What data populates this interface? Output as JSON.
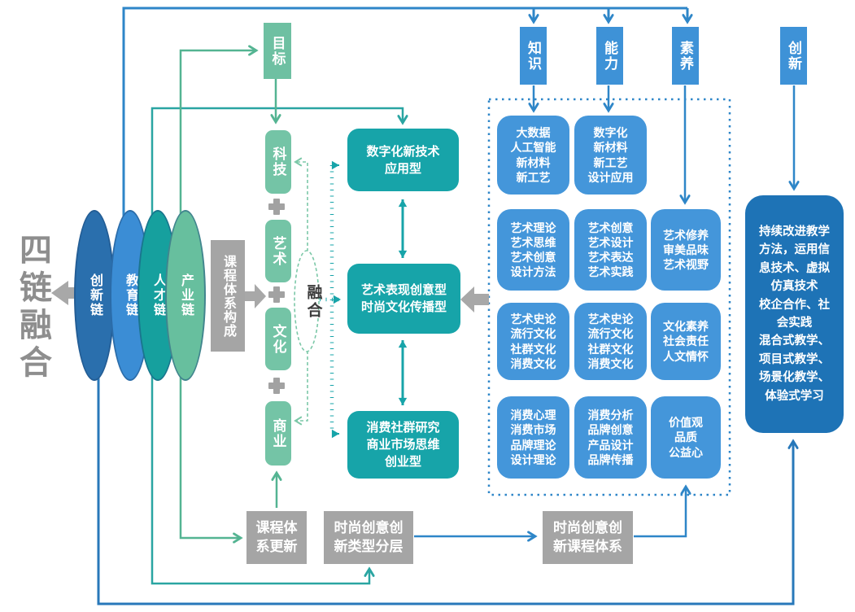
{
  "title": {
    "label": "四链融合"
  },
  "chains": [
    {
      "label": "创新链",
      "color": "#2a6fad"
    },
    {
      "label": "教育链",
      "color": "#3b8dd5"
    },
    {
      "label": "人才链",
      "color": "#16a09e"
    },
    {
      "label": "产业链",
      "color": "#67bf9e"
    }
  ],
  "goal": {
    "label": "目标"
  },
  "curriculum_construct": {
    "label": "课程体系构成"
  },
  "pillars": [
    {
      "label": "科技"
    },
    {
      "label": "艺术"
    },
    {
      "label": "文化"
    },
    {
      "label": "商业"
    }
  ],
  "fusion": {
    "label": "融合"
  },
  "program_types": [
    {
      "label": "数字化新技术\n应用型"
    },
    {
      "label": "艺术表现创意型\n时尚文化传播型"
    },
    {
      "label": "消费社群研究\n商业市场思维\n创业型"
    }
  ],
  "competency_headers": [
    {
      "label": "知识"
    },
    {
      "label": "能力"
    },
    {
      "label": "素养"
    }
  ],
  "innovation_header": {
    "label": "创新"
  },
  "matrix": {
    "columns": [
      {
        "cells": [
          "大数据\n人工智能\n新材料\n新工艺",
          "艺术理论\n艺术思维\n艺术创意\n设计方法",
          "艺术史论\n流行文化\n社群文化\n消费文化",
          "消费心理\n消费市场\n品牌理论\n设计理论"
        ]
      },
      {
        "cells": [
          "数字化\n新材料\n新工艺\n设计应用",
          "艺术创意\n艺术设计\n艺术表达\n艺术实践",
          "艺术史论\n流行文化\n社群文化\n消费文化",
          "消费分析\n品牌创意\n产品设计\n品牌传播"
        ]
      },
      {
        "cells": [
          "艺术修养\n审美品味\n艺术视野",
          "文化素养\n社会责任\n人文情怀",
          "价值观\n品质\n公益心"
        ]
      }
    ]
  },
  "teaching_box": {
    "label": "持续改进教学\n方法，运用信\n息技术、虚拟\n仿真技术\n校企合作、社\n会实践\n混合式教学、\n项目式教学、\n场景化教学、\n体验式学习"
  },
  "bottom_boxes": [
    {
      "label": "课程体\n系更新"
    },
    {
      "label": "时尚创意创\n新类型分层"
    },
    {
      "label": "时尚创意创\n新课程体系"
    }
  ],
  "colors": {
    "line_blue": "#2e86c8",
    "line_dark_blue": "#2878ba",
    "line_teal": "#2aa5a2",
    "line_green": "#54b492",
    "dashed_green": "#7cc8a8",
    "dotted_teal": "#17a4a9",
    "box_teal": "#17a4a9",
    "box_blue": "#4496da",
    "header_blue": "#3e92d7",
    "big_box_blue": "#1e73b6",
    "box_green": "#74c4a6",
    "gray": "#a5a5a5",
    "title_gray": "#8e8e8e"
  }
}
